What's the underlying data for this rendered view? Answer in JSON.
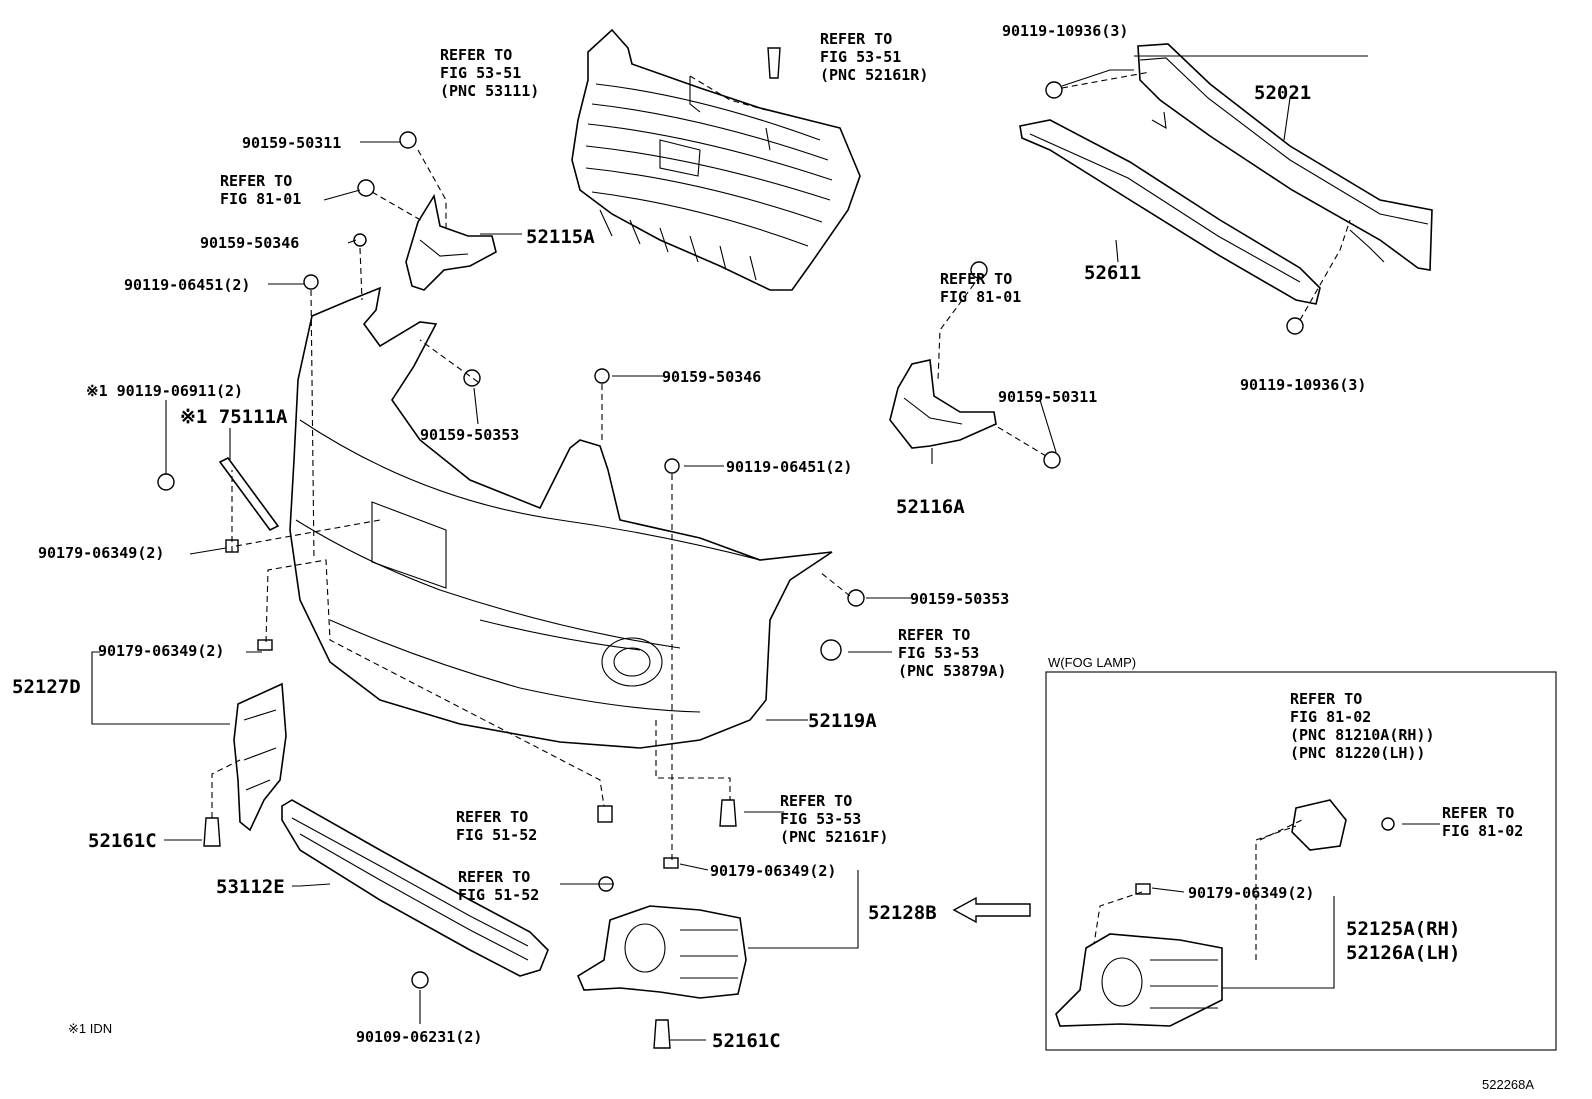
{
  "part_numbers": {
    "p52021": "52021",
    "p52611": "52611",
    "p52115A": "52115A",
    "p52116A": "52116A",
    "p52119A": "52119A",
    "p52127D": "52127D",
    "p52128B": "52128B",
    "p53112E": "53112E",
    "p52161C_left": "52161C",
    "p52161C_bottom": "52161C",
    "p75111A": "※1 75111A",
    "p52125A": "52125A(RH)",
    "p52126A": "52126A(LH)"
  },
  "fasteners": {
    "f_90119_10936_top": "90119-10936(3)",
    "f_90119_10936_bottom": "90119-10936(3)",
    "f_90159_50311_left": "90159-50311",
    "f_90159_50311_right": "90159-50311",
    "f_90159_50346_left": "90159-50346",
    "f_90159_50346_mid": "90159-50346",
    "f_90119_06451_left": "90119-06451(2)",
    "f_90119_06451_mid": "90119-06451(2)",
    "f_90119_06911": "※1 90119-06911(2)",
    "f_90159_50353_left": "90159-50353",
    "f_90159_50353_right": "90159-50353",
    "f_90179_06349_a": "90179-06349(2)",
    "f_90179_06349_b": "90179-06349(2)",
    "f_90179_06349_c": "90179-06349(2)",
    "f_90179_06349_d": "90179-06349(2)",
    "f_90109_06231": "90109-06231(2)"
  },
  "references": {
    "ref_grille": [
      "REFER TO",
      "FIG 53-51",
      "(PNC 53111)"
    ],
    "ref_clip_top": [
      "REFER TO",
      "FIG 53-51",
      "(PNC 52161R)"
    ],
    "ref_81_01_left": [
      "REFER TO",
      "FIG 81-01"
    ],
    "ref_81_01_right": [
      "REFER TO",
      "FIG 81-01"
    ],
    "ref_53_53_a": [
      "REFER TO",
      "FIG 53-53",
      "(PNC 53879A)"
    ],
    "ref_53_53_b": [
      "REFER TO",
      "FIG 53-53",
      "(PNC 52161F)"
    ],
    "ref_51_52_a": [
      "REFER TO",
      "FIG 51-52"
    ],
    "ref_51_52_b": [
      "REFER TO",
      "FIG 51-52"
    ],
    "ref_fog": [
      "REFER TO",
      "FIG 81-02",
      "(PNC 81210A(RH))",
      "(PNC 81220(LH))"
    ],
    "ref_81_02": [
      "REFER TO",
      "FIG 81-02"
    ]
  },
  "inset_title": "W(FOG LAMP)",
  "footnote": "※1 IDN",
  "diagram_id": "522268A",
  "icons": [
    "arrow-left-icon"
  ]
}
